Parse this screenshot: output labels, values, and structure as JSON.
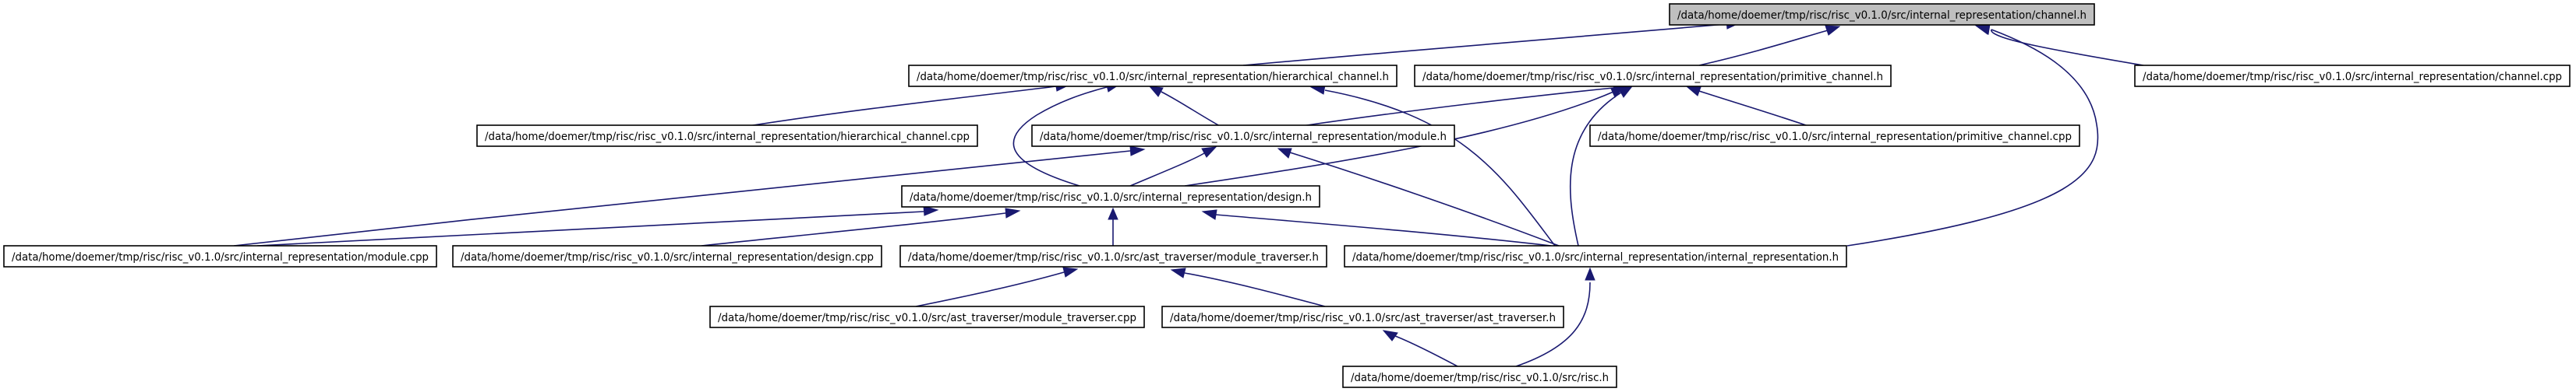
{
  "colors": {
    "edge": "#191970",
    "root_fill": "#bfbfbf",
    "node_fill": "#ffffff",
    "node_border": "#000000"
  },
  "nodes": {
    "channel_h": "/data/home/doemer/tmp/risc/risc_v0.1.0/src/internal_representation/channel.h",
    "hierarchical_channel_h": "/data/home/doemer/tmp/risc/risc_v0.1.0/src/internal_representation/hierarchical_channel.h",
    "primitive_channel_h": "/data/home/doemer/tmp/risc/risc_v0.1.0/src/internal_representation/primitive_channel.h",
    "channel_cpp": "/data/home/doemer/tmp/risc/risc_v0.1.0/src/internal_representation/channel.cpp",
    "hierarchical_channel_cpp": "/data/home/doemer/tmp/risc/risc_v0.1.0/src/internal_representation/hierarchical_channel.cpp",
    "module_h": "/data/home/doemer/tmp/risc/risc_v0.1.0/src/internal_representation/module.h",
    "primitive_channel_cpp": "/data/home/doemer/tmp/risc/risc_v0.1.0/src/internal_representation/primitive_channel.cpp",
    "design_h": "/data/home/doemer/tmp/risc/risc_v0.1.0/src/internal_representation/design.h",
    "module_cpp": "/data/home/doemer/tmp/risc/risc_v0.1.0/src/internal_representation/module.cpp",
    "design_cpp": "/data/home/doemer/tmp/risc/risc_v0.1.0/src/internal_representation/design.cpp",
    "module_traverser_h": "/data/home/doemer/tmp/risc/risc_v0.1.0/src/ast_traverser/module_traverser.h",
    "internal_representation_h": "/data/home/doemer/tmp/risc/risc_v0.1.0/src/internal_representation/internal_representation.h",
    "module_traverser_cpp": "/data/home/doemer/tmp/risc/risc_v0.1.0/src/ast_traverser/module_traverser.cpp",
    "ast_traverser_h": "/data/home/doemer/tmp/risc/risc_v0.1.0/src/ast_traverser/ast_traverser.h",
    "risc_h": "/data/home/doemer/tmp/risc/risc_v0.1.0/src/risc.h"
  }
}
